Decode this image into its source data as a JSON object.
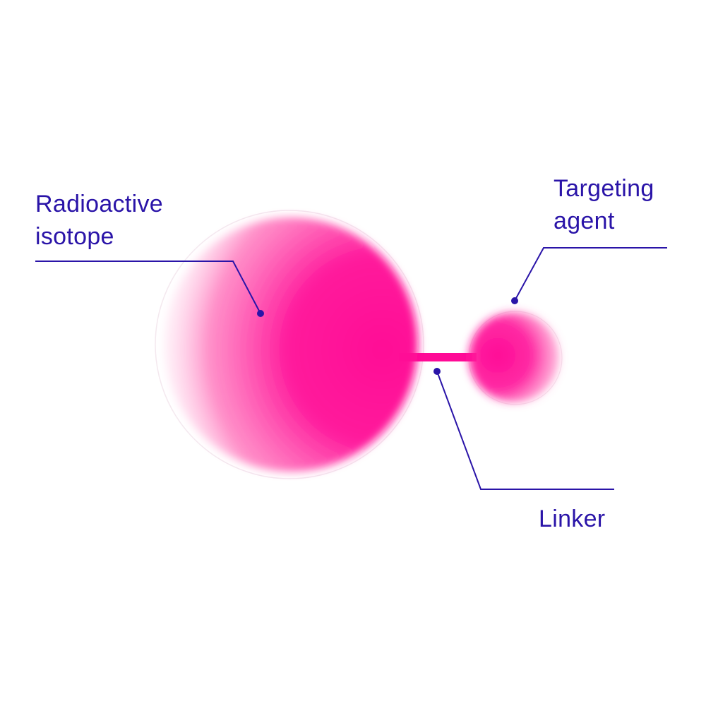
{
  "colors": {
    "molecule": "#ff0a96",
    "label": "#2a14a8",
    "background": "#ffffff"
  },
  "labels": {
    "radioactive_isotope": [
      "Radioactive",
      "isotope"
    ],
    "targeting_agent": [
      "Targeting",
      "agent"
    ],
    "linker": "Linker"
  }
}
